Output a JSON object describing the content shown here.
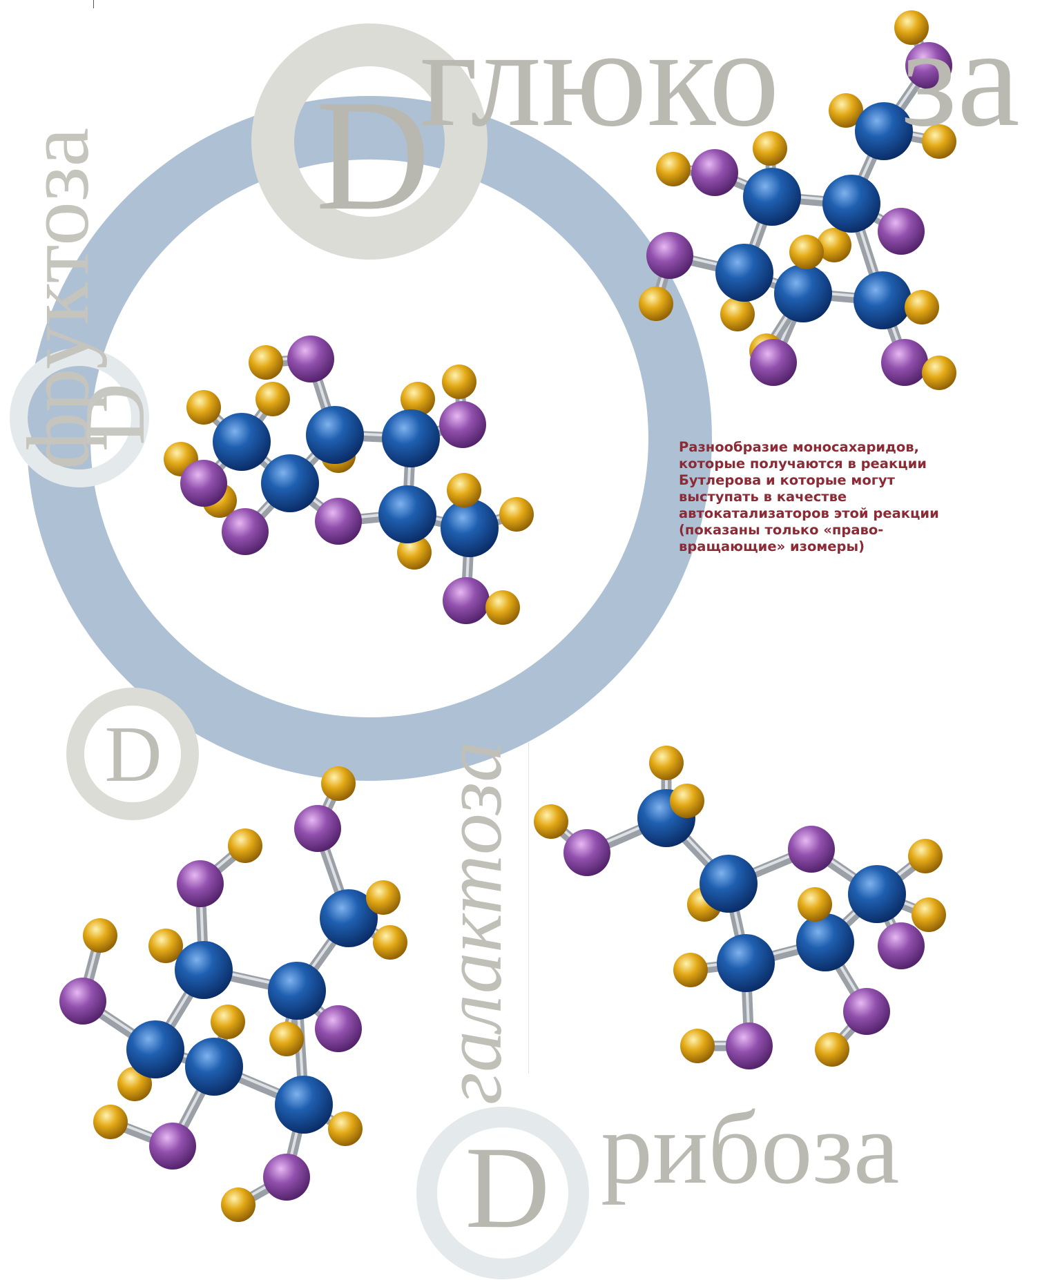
{
  "labels": {
    "glukoza_part1": "глюко",
    "glukoza_part2": "за",
    "fruktoza": "фруктоза",
    "galaktoza": "галактоза",
    "riboza": "рибоза",
    "d_marker": "D"
  },
  "caption": "Разнообразие моносахаридов, которые получаются в реакции Бутлерова и которые могут выступать в качестве автокатализаторов этой реакции (показаны только «право-вращающие» изомеры)",
  "colors": {
    "carbon_atom": "#1d5cab",
    "oxygen_atom": "#8e4aa8",
    "hydrogen_atom": "#e3a916",
    "bond": "#9aa0a6",
    "ring_blue": "#aec0d4",
    "ring_gray": "#dcdcd6",
    "ring_light": "#e4e9ec",
    "text_gray": "#bbbab2",
    "caption": "#8c2a36"
  }
}
